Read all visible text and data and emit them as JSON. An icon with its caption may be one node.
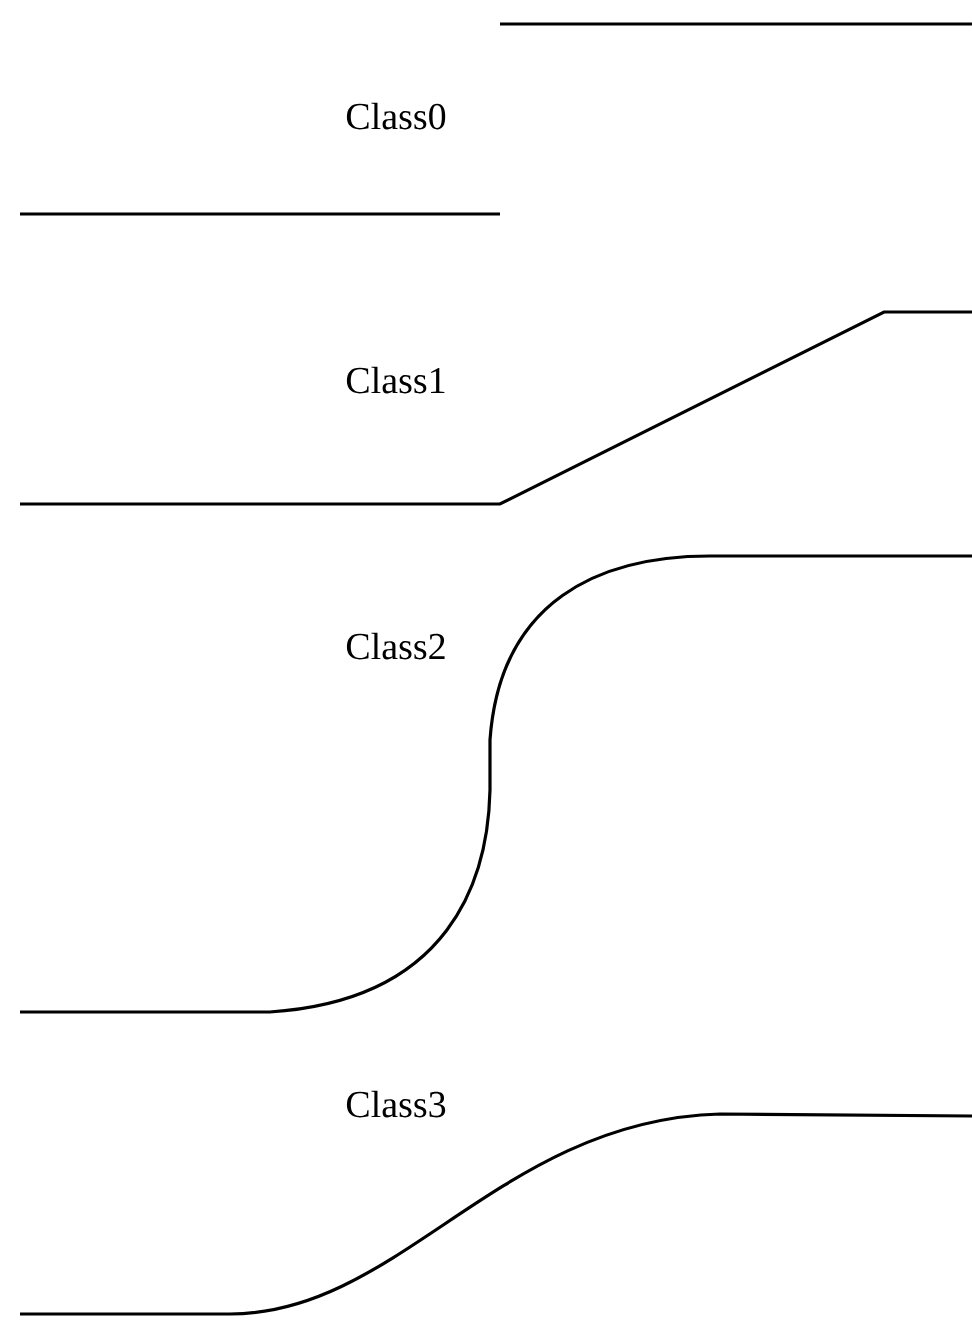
{
  "diagram": {
    "labels": [
      "Class0",
      "Class1",
      "Class2",
      "Class3"
    ]
  }
}
